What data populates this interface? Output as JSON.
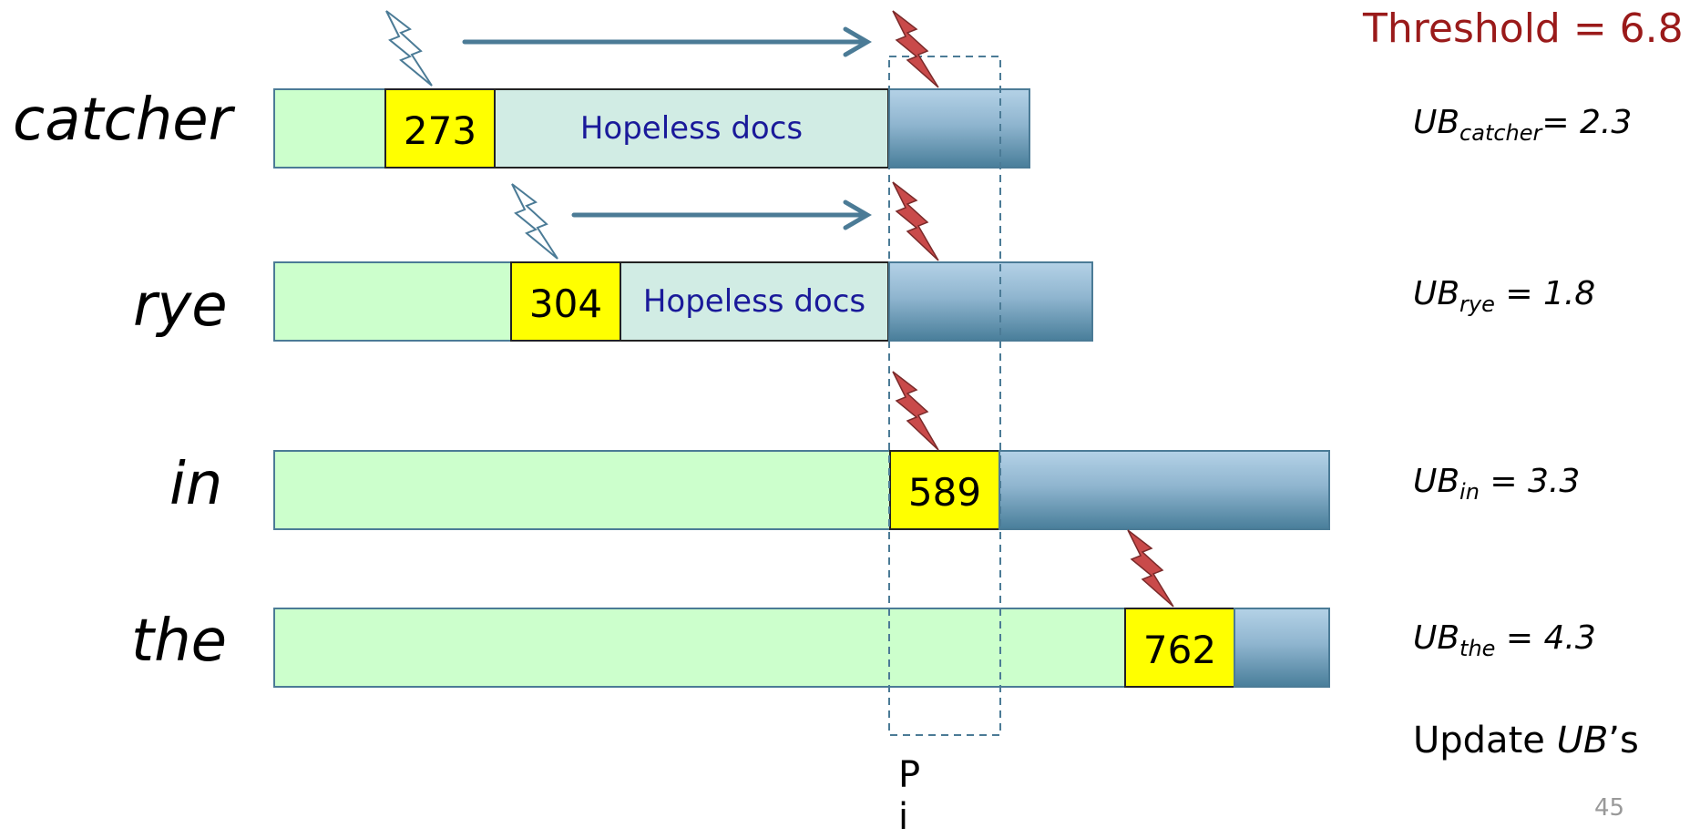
{
  "threshold_label": "Threshold = 6.8",
  "rows": [
    {
      "term": "catcher",
      "ub_prefix": "UB",
      "ub_sub": "catcher",
      "ub_suffix": "= 2.3",
      "doc": "273",
      "hopeless": "Hopeless docs"
    },
    {
      "term": "rye",
      "ub_prefix": "UB",
      "ub_sub": "rye",
      "ub_suffix": " = 1.8",
      "doc": "304",
      "hopeless": "Hopeless docs"
    },
    {
      "term": "in",
      "ub_prefix": "UB",
      "ub_sub": "in",
      "ub_suffix": " = 3.3",
      "doc": "589"
    },
    {
      "term": "the",
      "ub_prefix": "UB",
      "ub_sub": "the",
      "ub_suffix": " = 4.3",
      "doc": "762"
    }
  ],
  "update": {
    "prefix": "Update ",
    "emph": "UB",
    "suffix": "’s"
  },
  "pointer_label": "Pi",
  "page_number": "45",
  "colors": {
    "threshold": "#9a1a1a",
    "posting_green": "#ccffcc",
    "hopeless_fill": "#d1ece4",
    "doc_yellow": "#ffff00",
    "remaining_blue": "#8fb5cf",
    "arrow": "#4b7b96",
    "bolt_red": "#c94a4a"
  },
  "icons": [
    "lightning-bolt-outline-icon",
    "lightning-bolt-red-icon",
    "right-arrow-icon"
  ]
}
